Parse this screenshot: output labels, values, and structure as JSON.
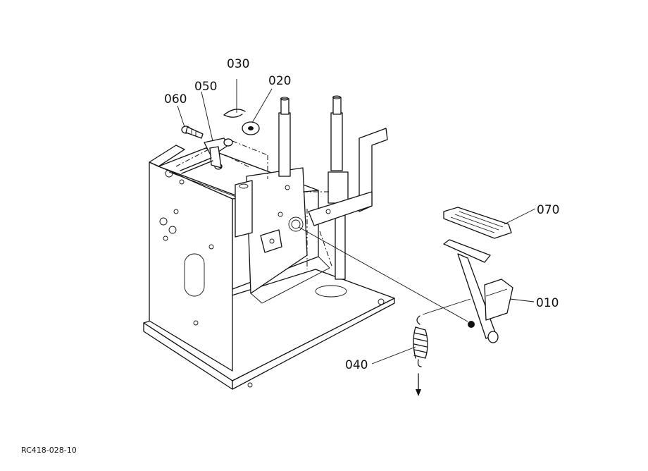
{
  "diagram": {
    "part_labels": {
      "p010": "010",
      "p020": "020",
      "p030": "030",
      "p040": "040",
      "p050": "050",
      "p060": "060",
      "p070": "070"
    },
    "reference_code": "RC418-028-10"
  },
  "icons": {
    "direction_arrow": "down-arrow-icon"
  }
}
